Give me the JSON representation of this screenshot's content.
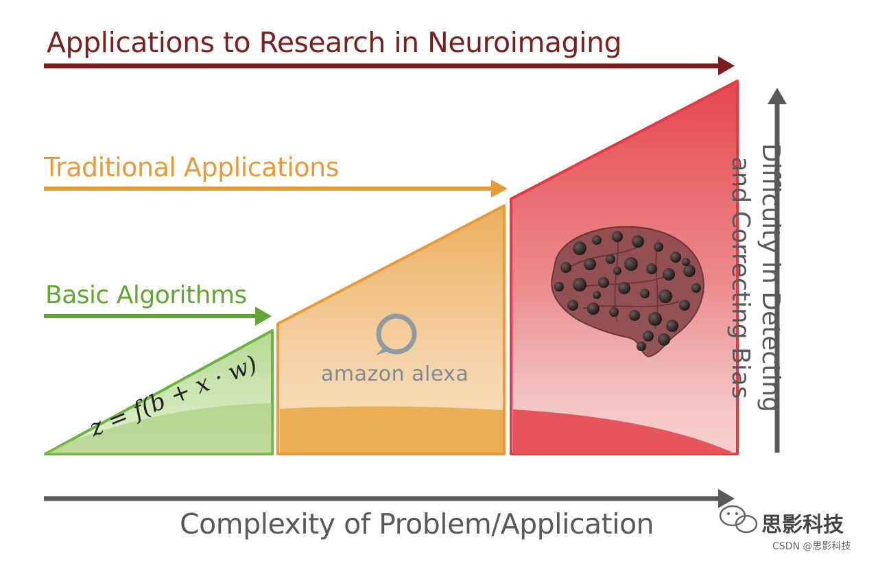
{
  "labels": {
    "research": "Applications to Research in Neuroimaging",
    "traditional": "Traditional Applications",
    "basic": "Basic Algorithms",
    "complexity": "Complexity of Problem/Application",
    "difficulty": "Difficulty in Detecting and Correcting Bias"
  },
  "panels": {
    "alexa_logo_text": "amazon alexa",
    "formula": "z = f(b + x · w)"
  },
  "watermark": {
    "name": "思影科技",
    "handle": "CSDN @思影科技"
  },
  "icons": [
    "alexa-ring-icon",
    "brain-icon",
    "wechat-icon"
  ],
  "colors": {
    "research": "#7a1f1c",
    "traditional": "#e89a3a",
    "basic": "#63a533",
    "axis": "#58595b",
    "red_panel": "#e4464b",
    "orange_panel": "#ecaa55",
    "green_panel": "#a8d07a"
  }
}
